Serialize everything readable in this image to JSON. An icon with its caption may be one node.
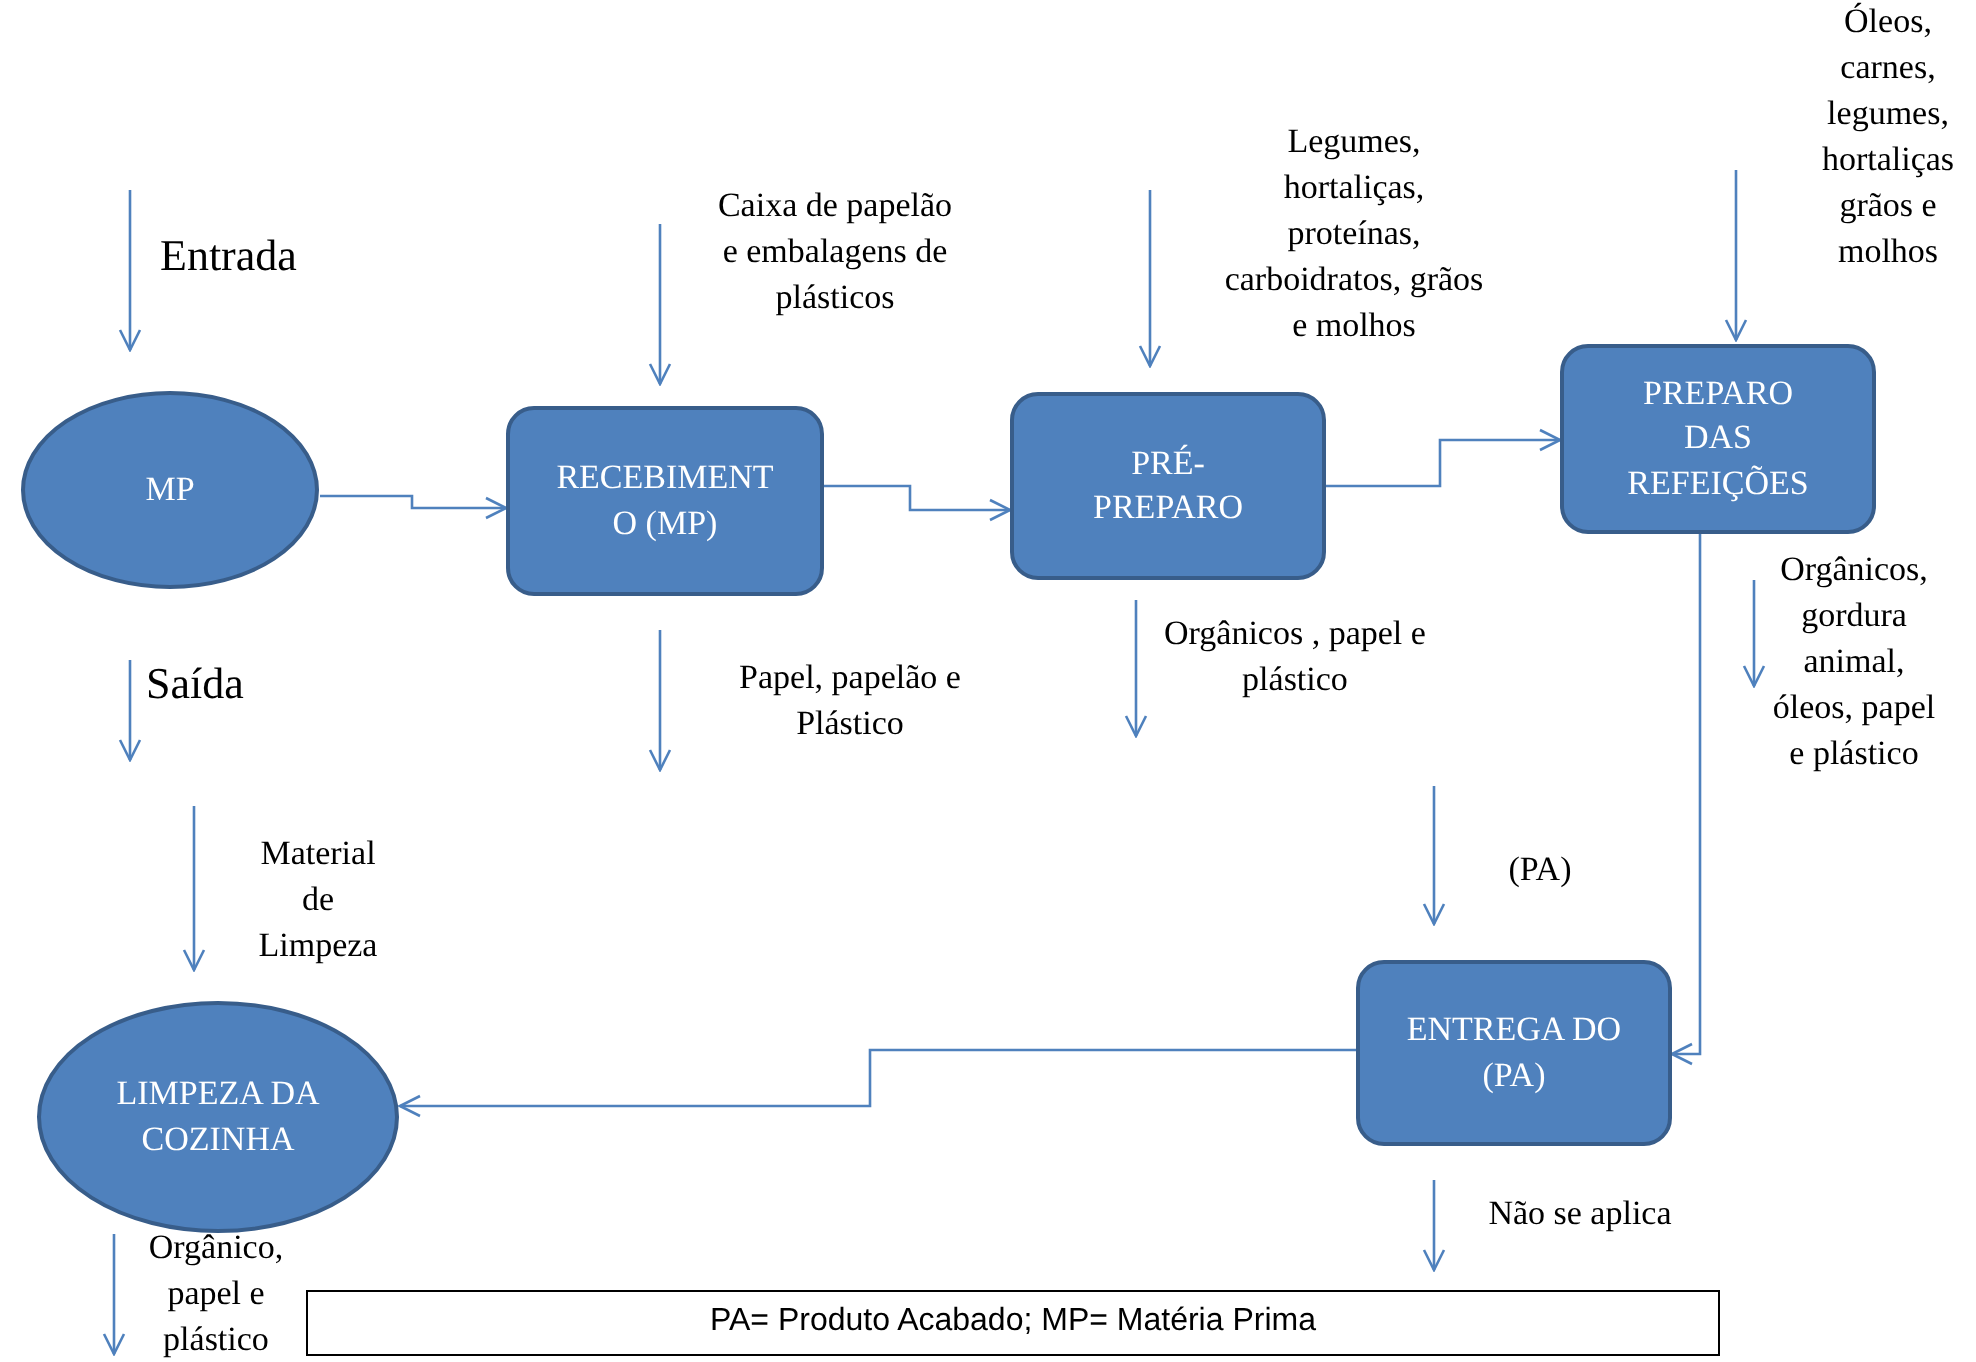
{
  "diagram": {
    "nodes": [
      {
        "text": [
          "MP"
        ]
      },
      {
        "text": [
          "RECEBIMENTO (MP)"
        ]
      },
      {
        "text": [
          "PRÉ-PREPARO"
        ]
      },
      {
        "text": [
          "PREPARO DAS REFEIÇÕES"
        ]
      },
      {
        "text": [
          "ENTREGA DO (PA)"
        ]
      },
      {
        "text": [
          "LIMPEZA DA COZINHA"
        ]
      },
      {
        "text": [
          "PA= Produto Acabado; MP= Matéria Prima"
        ]
      }
    ],
    "edges": [
      {
        "from": 0,
        "to": 1,
        "arrow": "to"
      },
      {
        "from": 1,
        "to": 2,
        "arrow": "to"
      },
      {
        "from": 2,
        "to": 3,
        "arrow": "to"
      },
      {
        "from": 3,
        "to": 4,
        "arrow": "to"
      },
      {
        "from": 4,
        "to": 5,
        "arrow": "to"
      }
    ],
    "labels": [
      "Óleos, carnes, legumes, hortaliças grãos e molhos",
      "Legumes, hortaliças, proteínas, carboidratos, grãos e molhos",
      "Entrada",
      "Caixa de papelão e embalagens de plásticos",
      "Orgânicos, gordura animal, óleos, papel e plástico",
      "Orgânicos , papel e plástico",
      "Saída",
      "Papel, papelão e Plástico",
      "Material de Limpeza",
      "(PA)",
      "Não se aplica",
      "Orgânico, papel e plástico"
    ]
  }
}
